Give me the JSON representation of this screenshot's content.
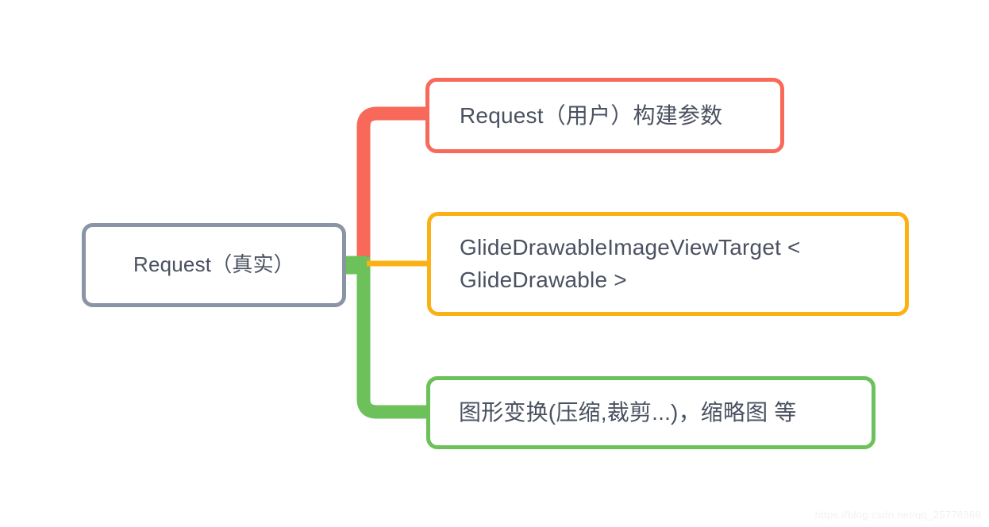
{
  "diagram": {
    "type": "mindmap",
    "orientation": "left-to-right",
    "background": "#ffffff",
    "root": {
      "id": "request-real",
      "label": "Request（真实）",
      "border_color": "#8994a5",
      "fill_color": "#ffffff",
      "text_color": "#4a5160"
    },
    "branches": [
      {
        "id": "request-user",
        "label": "Request（用户）构建参数",
        "border_color": "#f8695a",
        "connector_color": "#f8695a",
        "fill_color": "#ffffff",
        "text_color": "#4a5160"
      },
      {
        "id": "glide-target",
        "label": "GlideDrawableImageViewTarget <\nGlideDrawable >",
        "border_color": "#fbb114",
        "connector_color": "#fbb114",
        "fill_color": "#ffffff",
        "text_color": "#4a5160"
      },
      {
        "id": "transform",
        "label": "图形变换(压缩,裁剪...)，缩略图 等",
        "border_color": "#6cc15a",
        "connector_color": "#6cc15a",
        "fill_color": "#ffffff",
        "text_color": "#4a5160"
      }
    ]
  },
  "watermark": {
    "text": "https://blog.csdn.net/qq_25778369"
  }
}
